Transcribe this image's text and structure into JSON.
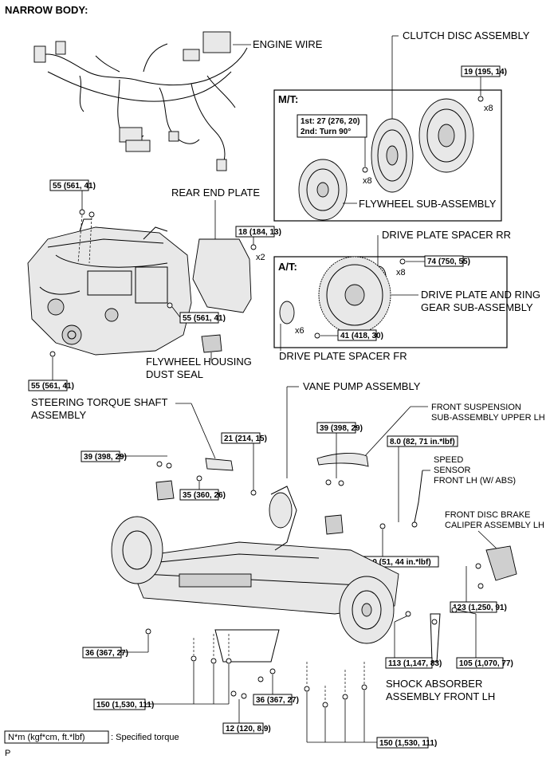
{
  "header": {
    "title": "NARROW BODY:"
  },
  "sections": {
    "mt": "M/T:",
    "at": "A/T:"
  },
  "parts": {
    "engine_wire": "ENGINE WIRE",
    "clutch_disc": "CLUTCH DISC ASSEMBLY",
    "flywheel": "FLYWHEEL SUB-ASSEMBLY",
    "rear_end_plate": "REAR END PLATE",
    "drive_plate_spacer_rr": "DRIVE PLATE SPACER RR",
    "drive_plate_ring_gear_1": "DRIVE PLATE AND RING",
    "drive_plate_ring_gear_2": "GEAR SUB-ASSEMBLY",
    "drive_plate_spacer_fr": "DRIVE PLATE SPACER FR",
    "flywheel_housing_1": "FLYWHEEL HOUSING",
    "flywheel_housing_2": "DUST SEAL",
    "vane_pump": "VANE PUMP ASSEMBLY",
    "steering_shaft_1": "STEERING TORQUE SHAFT",
    "steering_shaft_2": "ASSEMBLY",
    "front_susp_1": "FRONT SUSPENSION",
    "front_susp_2": "SUB-ASSEMBLY UPPER LH",
    "speed_sensor_1": "SPEED",
    "speed_sensor_2": "SENSOR",
    "speed_sensor_3": "FRONT LH (W/ ABS)",
    "disc_brake_1": "FRONT DISC BRAKE",
    "disc_brake_2": "CALIPER ASSEMBLY LH",
    "shock_1": "SHOCK ABSORBER",
    "shock_2": "ASSEMBLY FRONT LH"
  },
  "flywheel_torque": {
    "line1": "1st: 27 (276, 20)",
    "line2": "2nd: Turn 90°"
  },
  "torques": {
    "t19": "19 (195, 14)",
    "t55a": "55 (561, 41)",
    "t18": "18 (184, 13)",
    "t74": "74 (750, 55)",
    "t55b": "55 (561, 41)",
    "t41": "41 (418, 30)",
    "t55c": "55 (561, 41)",
    "t21": "21 (214, 15)",
    "t39a": "39 (398, 29)",
    "t39b": "39 (398, 29)",
    "t8": "8.0 (82, 71 in.*lbf)",
    "t35": "35 (360, 26)",
    "t5": "5.0 (51, 44 in.*lbf)",
    "t123": "123 (1,250, 91)",
    "t36a": "36 (367, 27)",
    "t113": "113 (1,147, 83)",
    "t105": "105 (1,070, 77)",
    "t150a": "150 (1,530, 111)",
    "t36b": "36 (367, 27)",
    "t12": "12 (120, 8.9)",
    "t150b": "150 (1,530, 111)"
  },
  "counts": {
    "x8a": "x8",
    "x8b": "x8",
    "x2": "x2",
    "x8c": "x8",
    "x6": "x6"
  },
  "legend": {
    "box": "N*m (kgf*cm, ft.*lbf)",
    "text": ": Specified torque"
  },
  "footer": {
    "code": "P"
  }
}
